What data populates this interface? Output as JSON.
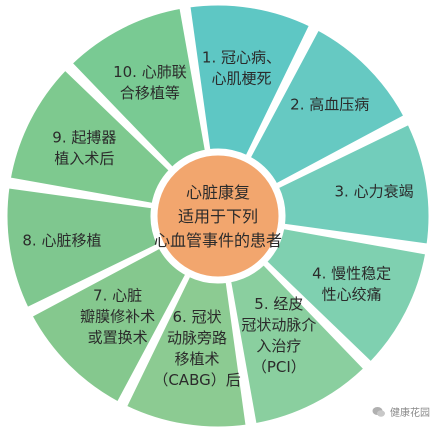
{
  "center": {
    "lines": [
      "心脏康复",
      "适用于下列",
      "心血管事件的患者"
    ],
    "color": "#F2A66E"
  },
  "segments": [
    {
      "id": "seg-1",
      "lines": [
        "1. 冠心病、",
        "心肌梗死"
      ],
      "color": "#5EC7C4"
    },
    {
      "id": "seg-2",
      "lines": [
        "2. 高血压病"
      ],
      "color": "#66C9C2"
    },
    {
      "id": "seg-3",
      "lines": [
        "3. 心力衰竭"
      ],
      "color": "#72CDBB"
    },
    {
      "id": "seg-4",
      "lines": [
        "4. 慢性稳定",
        "性心绞痛"
      ],
      "color": "#7FD0B0"
    },
    {
      "id": "seg-5",
      "lines": [
        "5. 经皮",
        "冠状动脉介",
        "入治疗",
        "（PCI）"
      ],
      "color": "#8ACF9F"
    },
    {
      "id": "seg-6",
      "lines": [
        "6. 冠状",
        "动脉旁路",
        "移植术",
        "（CABG）后"
      ],
      "color": "#8CCB92"
    },
    {
      "id": "seg-7",
      "lines": [
        "7. 心脏",
        "瓣膜修补术",
        "或置换术"
      ],
      "color": "#85C88E"
    },
    {
      "id": "seg-8",
      "lines": [
        "8. 心脏移植"
      ],
      "color": "#7FC78F"
    },
    {
      "id": "seg-9",
      "lines": [
        "9. 起搏器",
        "植入术后"
      ],
      "color": "#7EC98F"
    },
    {
      "id": "seg-10",
      "lines": [
        "10. 心肺联",
        "合移植等"
      ],
      "color": "#79CA93"
    }
  ],
  "watermark": {
    "text": "健康花园",
    "icon": "wechat-icon"
  }
}
